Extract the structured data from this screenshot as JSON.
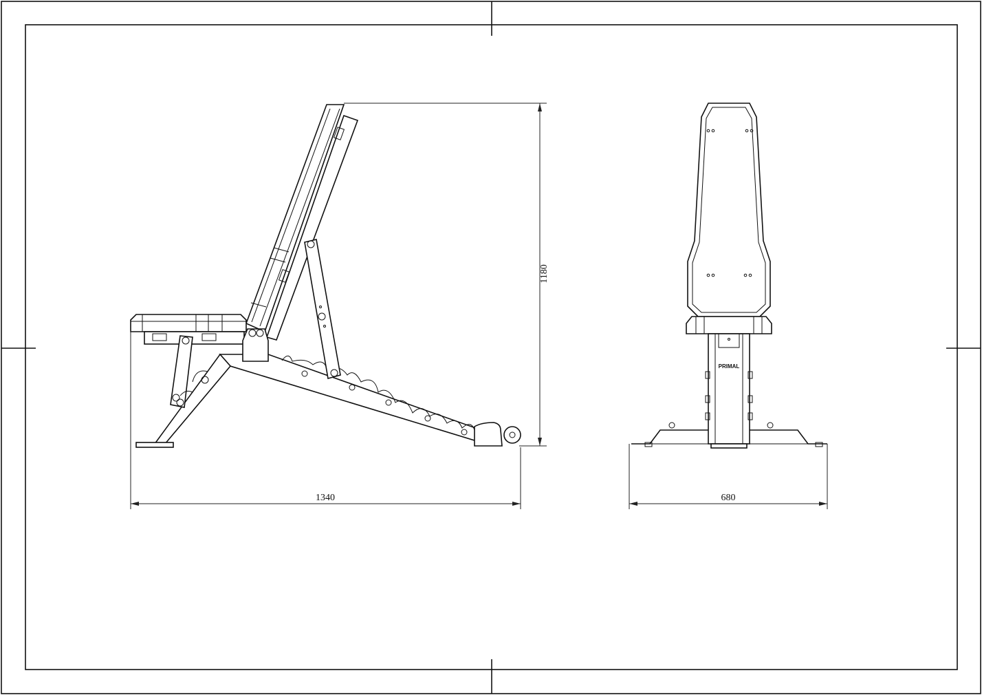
{
  "drawing": {
    "side_view": {
      "width_dimension": "1340",
      "height_dimension": "1180"
    },
    "front_view": {
      "width_dimension": "680",
      "logo": "PRIMAL"
    }
  }
}
